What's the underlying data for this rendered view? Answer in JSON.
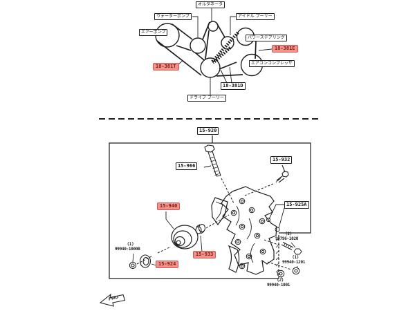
{
  "colors": {
    "line": "#1c1c1c",
    "highlight_bg": "#f1928c",
    "highlight_border": "#d9534f",
    "highlight_text": "#7a1a12"
  },
  "top_diagram": {
    "alternator": "オルタネータ",
    "water_pump": "ウォーターポンプ",
    "idle_pulley": "アイドル プーリー",
    "air_pump": "エアーポンプ",
    "power_steering": "パワーステアリング",
    "ac_compressor": "エアコンコンプレッサ",
    "drive_pulley": "ドライブ プーリー",
    "belt_t": "18-381T",
    "belt_e": "18-381E",
    "belt_d": "18-381D"
  },
  "exploded_view": {
    "assembly": "15-920",
    "bolt": "15-966",
    "stud": "15-932",
    "bracket_pins": "15-925A",
    "pulley": "15-940",
    "spacer": "15-933",
    "seal": "15-924"
  },
  "fasteners": {
    "front_nut": {
      "qty": "(1)",
      "part": "99940-1000B"
    },
    "rear_bolt": {
      "qty": "(2)",
      "part": "99796-1020"
    },
    "upper_nut": {
      "qty": "(1)",
      "part": "99940-1201"
    },
    "lower_nut": {
      "qty": "(2)",
      "part": "99940-1001"
    }
  },
  "direction": {
    "fwd": "FWD"
  }
}
